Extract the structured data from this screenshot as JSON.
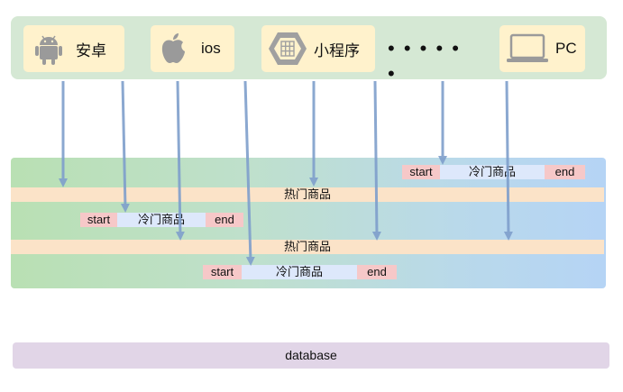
{
  "clients": [
    {
      "id": "android",
      "label": "安卓",
      "icon": "android-icon"
    },
    {
      "id": "ios",
      "label": "ios",
      "icon": "apple-icon"
    },
    {
      "id": "miniprogram",
      "label": "小程序",
      "icon": "mini-program-icon"
    },
    {
      "id": "pc",
      "label": "PC",
      "icon": "laptop-icon"
    }
  ],
  "more_clients": "• • • • • •",
  "cache": {
    "hot_label_1": "热门商品",
    "hot_label_2": "热门商品",
    "cold_rows": [
      {
        "start": "start",
        "middle": "冷门商品",
        "end": "end"
      },
      {
        "start": "start",
        "middle": "冷门商品",
        "end": "end"
      },
      {
        "start": "start",
        "middle": "冷门商品",
        "end": "end"
      }
    ]
  },
  "database": {
    "label": "database"
  },
  "colors": {
    "client_bar": "#d5e8d4",
    "client_card": "#fff2cc",
    "hot_bar": "#fbe3c8",
    "segment_edge": "#f6c8c8",
    "segment_middle": "#dde8fb",
    "database": "#e1d5e7",
    "arrow": "#7f9fcc"
  }
}
